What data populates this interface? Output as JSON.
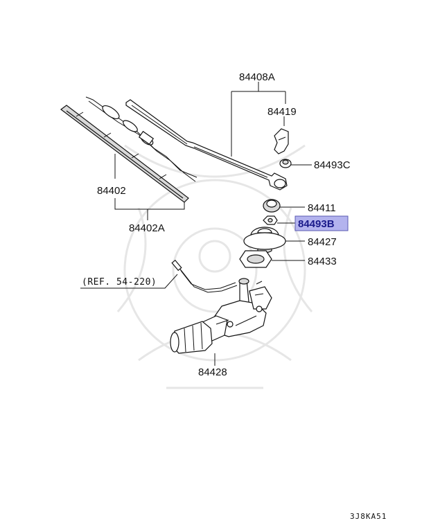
{
  "diagram": {
    "parts": [
      {
        "id": "84408A",
        "label": "84408A"
      },
      {
        "id": "84419",
        "label": "84419"
      },
      {
        "id": "84493C",
        "label": "84493C"
      },
      {
        "id": "84402",
        "label": "84402"
      },
      {
        "id": "84402A",
        "label": "84402A"
      },
      {
        "id": "84411",
        "label": "84411"
      },
      {
        "id": "84493B",
        "label": "84493B",
        "highlighted": true
      },
      {
        "id": "84427",
        "label": "84427"
      },
      {
        "id": "84433",
        "label": "84433"
      },
      {
        "id": "84428",
        "label": "84428"
      }
    ],
    "reference": "(REF. 54-220)",
    "drawing_code": "3J8KA51",
    "highlight_color": "#b3b3ee"
  }
}
